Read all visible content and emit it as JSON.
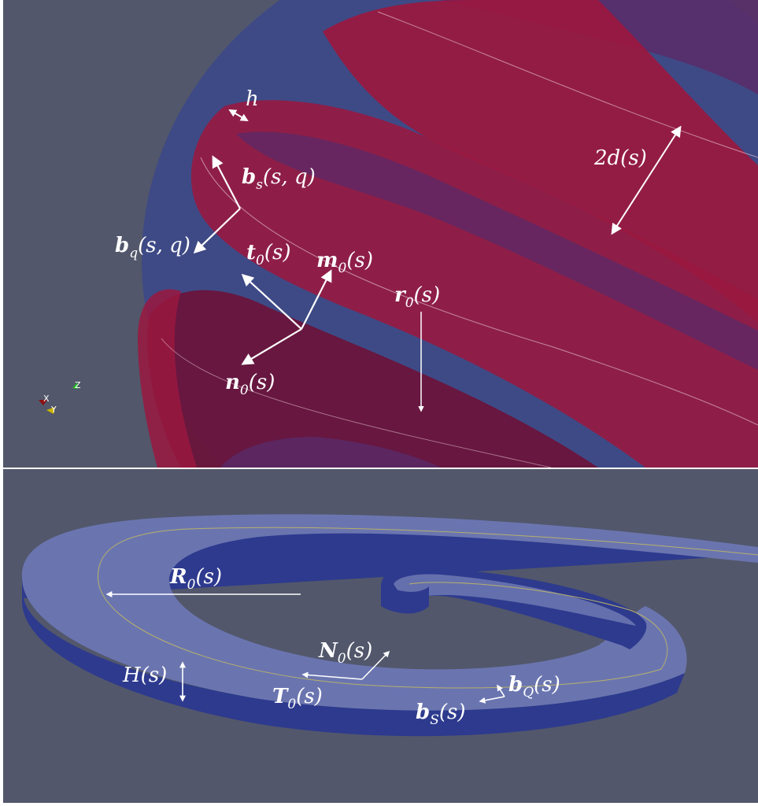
{
  "colors": {
    "background": "#52576b",
    "sphere": "#3e4a86",
    "ribbon_red": "#9a1840",
    "ribbon_red_dark": "#6b1238",
    "ribbon_purple": "#5a2a68",
    "disk_top": "#6a75b0",
    "disk_side": "#2d3a8e",
    "centerline_yellow": "#b8b06a",
    "arrow": "#ffffff"
  },
  "top_panel": {
    "labels": {
      "h": "h",
      "two_d": "2d(s)",
      "b_s": {
        "base": "b",
        "sub": "s",
        "args": "(s, q)"
      },
      "b_q": {
        "base": "b",
        "sub": "q",
        "args": "(s, q)"
      },
      "t0": {
        "base": "t",
        "sub": "0",
        "args": "(s)"
      },
      "m0": {
        "base": "m",
        "sub": "0",
        "args": "(s)"
      },
      "n0": {
        "base": "n",
        "sub": "0",
        "args": "(s)"
      },
      "r0": {
        "base": "r",
        "sub": "0",
        "args": "(s)"
      }
    },
    "axes_triad": {
      "x": "X",
      "y": "Y",
      "z": "Z"
    }
  },
  "bottom_panel": {
    "labels": {
      "R0": {
        "base": "R",
        "sub": "0",
        "args": "(s)"
      },
      "N0": {
        "base": "N",
        "sub": "0",
        "args": "(s)"
      },
      "T0": {
        "base": "T",
        "sub": "0",
        "args": "(s)"
      },
      "H": "H(s)",
      "bQ": {
        "base": "b",
        "sub": "Q",
        "args": "(s)"
      },
      "bS": {
        "base": "b",
        "sub": "S",
        "args": "(s)"
      }
    }
  }
}
